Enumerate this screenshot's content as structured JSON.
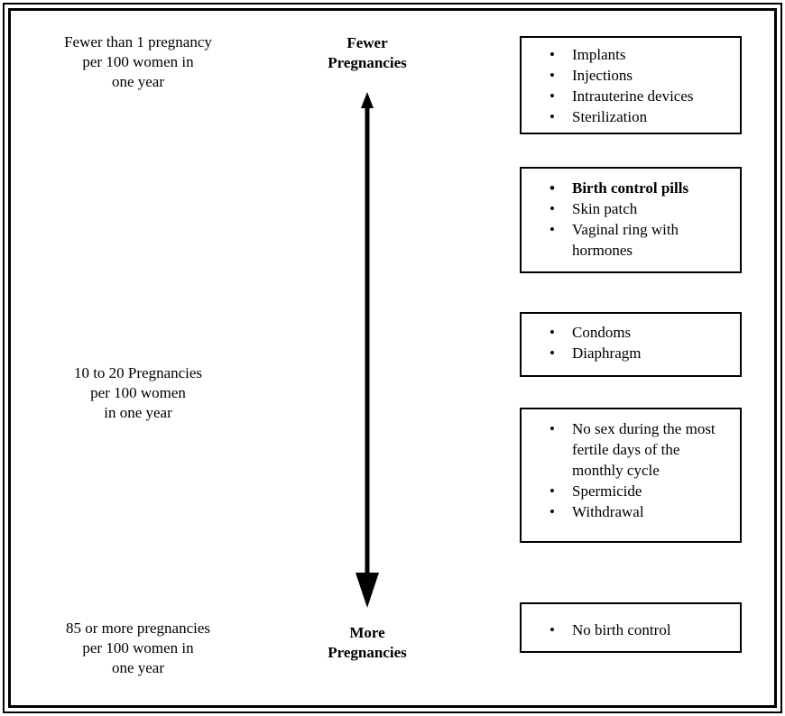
{
  "colors": {
    "text": "#000000",
    "background": "#ffffff",
    "border": "#000000"
  },
  "rate_labels": {
    "low": {
      "lines": [
        "Fewer than 1 pregnancy",
        "per 100 women in",
        "one year"
      ]
    },
    "mid": {
      "lines": [
        "10 to 20 Pregnancies",
        "per 100 women",
        "in one year"
      ]
    },
    "high": {
      "lines": [
        "85 or more pregnancies",
        "per 100 women in",
        "one year"
      ]
    }
  },
  "arrow": {
    "top_label": {
      "lines": [
        "Fewer",
        "Pregnancies"
      ]
    },
    "bottom_label": {
      "lines": [
        "More",
        "Pregnancies"
      ]
    },
    "direction": "top-to-bottom"
  },
  "method_boxes": [
    {
      "name": "most-effective-methods",
      "items": [
        {
          "text": "Implants",
          "bold": false
        },
        {
          "text": "Injections",
          "bold": false
        },
        {
          "text": "Intrauterine devices",
          "bold": false
        },
        {
          "text": "Sterilization",
          "bold": false
        }
      ]
    },
    {
      "name": "hormonal-methods",
      "items": [
        {
          "text": "Birth control pills",
          "bold": true
        },
        {
          "text": "Skin patch",
          "bold": false
        },
        {
          "text": "Vaginal ring with hormones",
          "bold": false
        }
      ]
    },
    {
      "name": "barrier-methods",
      "items": [
        {
          "text": "Condoms",
          "bold": false
        },
        {
          "text": "Diaphragm",
          "bold": false
        }
      ]
    },
    {
      "name": "behavioral-methods",
      "items": [
        {
          "text": "No sex during the most fertile days of the monthly cycle",
          "bold": false
        },
        {
          "text": "Spermicide",
          "bold": false
        },
        {
          "text": "Withdrawal",
          "bold": false
        }
      ]
    },
    {
      "name": "no-method",
      "items": [
        {
          "text": "No birth control",
          "bold": false
        }
      ]
    }
  ]
}
